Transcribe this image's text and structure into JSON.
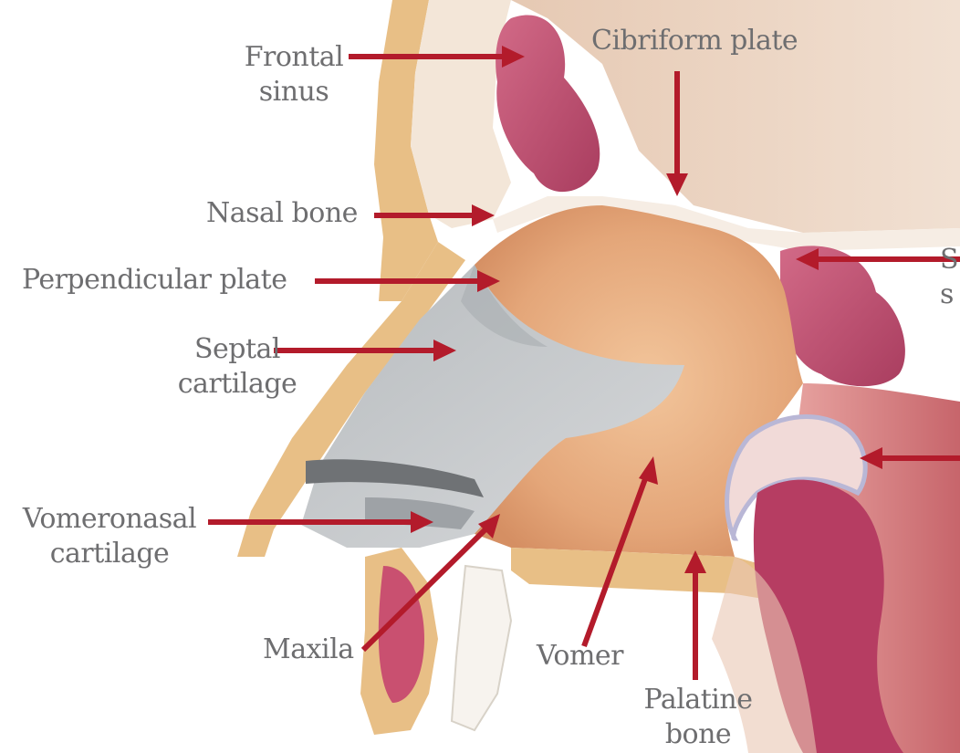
{
  "labels": {
    "frontal_sinus": {
      "line1": "Frontal",
      "line2": "sinus"
    },
    "cribriform_plate": "Cibriform plate",
    "nasal_bone": "Nasal bone",
    "perpendicular_plate": "Perpendicular plate",
    "septal_cartilage": {
      "line1": "Septal",
      "line2": "cartilage"
    },
    "vomeronasal_cartilage": {
      "line1": "Vomeronasal",
      "line2": "cartilage"
    },
    "maxila": "Maxila",
    "vomer": "Vomer",
    "palatine_bone": {
      "line1": "Palatine",
      "line2": "bone"
    },
    "sphenoid_partial": {
      "line1": "S",
      "line2": "s"
    }
  },
  "colors": {
    "arrow": "#b31b2b",
    "label_text": "#6e6e70",
    "bone": "#e8bf86",
    "sinus": "#bd4d6f",
    "cranial_cavity": "#ecd4c1",
    "septum_fill": "#e0a175",
    "cartilage": "#c9cbcd",
    "background": "#ffffff"
  }
}
